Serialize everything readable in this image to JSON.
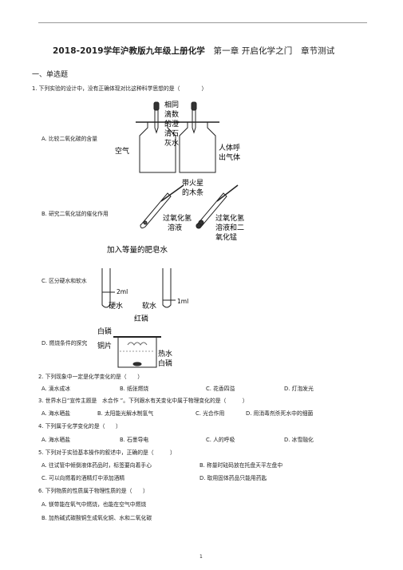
{
  "doc": {
    "title": "2018-2019学年沪教版九年级上册化学",
    "chapter": "第一章  开启化学之门",
    "test": "章节测试",
    "section": "一、单选题",
    "page_number": "1"
  },
  "q1": {
    "stem": "1. 下列实验的设计中，没有正确体现对比这种科学思想的是（　　　　）",
    "A": "A. 比较二氧化碳的含量",
    "B": "B. 研究二氧化锰的催化作用",
    "C": "C. 区分硬水和软水",
    "D": "D. 燃烧条件的探究",
    "figA": {
      "l1": "相同",
      "l2": "滴数",
      "l3": "的澄",
      "l4": "清石",
      "l5": "灰水",
      "air": "空气",
      "breath1": "人体呼",
      "breath2": "出气体"
    },
    "figB": {
      "spark1": "带火星",
      "spark2": "的木条",
      "h2o2a": "过氧化氢",
      "h2o2b": "溶液",
      "mix1": "过氧化氢",
      "mix2": "溶液和二",
      "mix3": "氧化锰"
    },
    "figC": {
      "top": "加入等量的肥皂水",
      "v1": "2ml",
      "hard": "硬水",
      "soft": "软水",
      "v2": "1ml"
    },
    "figD": {
      "red": "红磷",
      "white1": "白磷",
      "copper": "铜片",
      "hot": "热水",
      "white2": "白磷"
    }
  },
  "q2": {
    "stem": "2. 下列现象中一定是化学变化的是（　　）",
    "opts": [
      "A. 滴水成冰",
      "B. 纸张燃烧",
      "C. 花香四溢",
      "D. 灯泡发光"
    ]
  },
  "q3": {
    "stem": "3.  世界水日“宣传主题是　水合作 ”。下列跟水有关变化中属于物理变化的是（　　　）",
    "opts": [
      "A. 海水晒盐",
      "B. 太阳能光解水制氢气",
      "C. 光合作用",
      "D. 用消毒剂杀死水中的细菌"
    ]
  },
  "q4": {
    "stem": "4. 下列属于化学变化的是（　　）",
    "opts": [
      "A. 海水晒盐",
      "B. 石墨导电",
      "C. 人的呼吸",
      "D. 冰雪融化"
    ]
  },
  "q5": {
    "stem": "5. 下列对于实验基本操作的叙述中，正确的是（　　　）",
    "opts": [
      "A. 往试管中倾倒液体药品时，标签要向着手心",
      "B. 称量时砝码放在托盘天平左盘中",
      "C. 可以向燃着的酒精灯中添加酒精",
      "D. 取用固体药品只能用药匙"
    ]
  },
  "q6": {
    "stem": "6. 下列物质的性质属于物理性质的是（　　）",
    "opts": [
      "A. 镁带能在氧气中燃烧，也能在空气中燃烧",
      "B. 加热碱式碳酸铜生成氧化铜、水和二氧化碳"
    ]
  }
}
